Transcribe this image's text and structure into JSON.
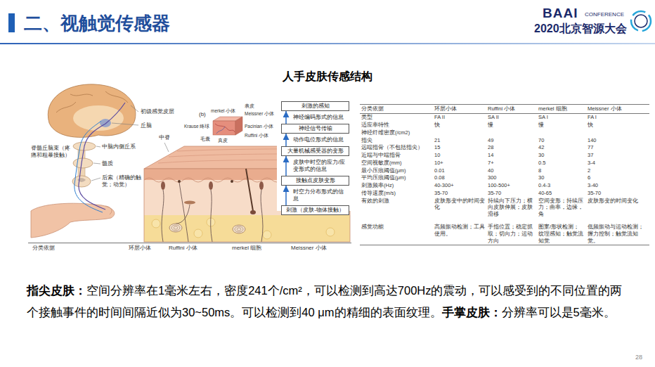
{
  "diagram": {
    "title": "二、视触觉传感器",
    "nodes": [
      {
        "text": [
          "刺激的感知"
        ]
      },
      {
        "text": [
          "神经信号传输"
        ]
      },
      {
        "text": [
          "大量机械感受器的变形"
        ]
      },
      {
        "text": [
          "接触点皮肤变形"
        ]
      },
      {
        "text": [
          "刺激（皮肤-物体接触）"
        ]
      }
    ],
    "edges": [
      {
        "from": 4,
        "to": 3,
        "arrow": "to",
        "label": "时空力分布形式的信息"
      },
      {
        "from": 3,
        "to": 2,
        "arrow": "to",
        "label": "皮肤中时空的应力/应变形式的信息"
      },
      {
        "from": 2,
        "to": 1,
        "arrow": "to",
        "label": "动作电位形式的信息"
      },
      {
        "from": 1,
        "to": 0,
        "arrow": "to",
        "label": "神经编码形式的信息"
      }
    ],
    "labels": [
      "BAAI",
      "CONFERENCE",
      "2020北京智源大会",
      "人手皮肤传感结构",
      "初级感觉皮层",
      "丘脑",
      "中脊",
      "中脑内侧丘系",
      "脊髓丘脑束（疼痛和粗暴接触）",
      "髓质",
      "后索（精确的触觉；动觉）",
      "(b)",
      "merkel 小体",
      "表皮",
      "Meissner 小体",
      "Krause 终球",
      "Pacinian 小体",
      "毛囊",
      "真皮",
      "Ruffini 小体",
      "分类依据",
      "环层小体",
      "Ruffini 小体",
      "merkel 细胞",
      "Meissner 小体",
      "分类依据",
      "环层小体",
      "Ruffini 小体",
      "merkel 细胞",
      "Meissner 小体",
      "类型",
      "FA II",
      "SA II",
      "SA I",
      "FA I",
      "适应率特性",
      "快",
      "慢",
      "慢",
      "快",
      "神经纤维密度(/cm2)",
      "指尖",
      "21",
      "49",
      "70",
      "140",
      "远端指骨（不包括指尖）",
      "15",
      "28",
      "42",
      "77",
      "近端与中端指骨",
      "10",
      "14",
      "30",
      "37",
      "空间视敏度(mm)",
      "10+",
      "7+",
      "0.5",
      "3-4",
      "最小压痕阈值(μm)",
      "0.01",
      "40",
      "8",
      "2",
      "平均压痕阈值(μm)",
      "0.08",
      "300",
      "30",
      "6",
      "刺激频率(Hz)",
      "40-300+",
      "100-500+",
      "0.4-3",
      "3-40",
      "传导速度(m/s)",
      "35-70",
      "35-70",
      "40-65",
      "35-70",
      "有效的刺激",
      "皮肤形变中的时间变化",
      "持续向下压力；横向皮肤伸展；皮肤滑移",
      "空间变形；持续压力；曲率，边缘，角",
      "皮肤形变的时间变化",
      "感觉功能",
      "高频振动检测；工具使用。",
      "手指位置；稳定抓取；切向力；运动方向",
      "图案/形状检测；纹理感知；触觉流知觉",
      "低频振动与运动检测；握力控制；触觉流知觉。",
      "指尖皮肤：",
      "空间分辨率在1毫米左右，密度241个/cm²，可以检测到高达700Hz的震动，可以感受到的不同位置的两个接触事件的时间间隔近似为30~50ms。可以检测到40 μm的精细的表面纹理。",
      "手掌皮肤：",
      "分辨率可以是5毫米。",
      "28"
    ]
  }
}
